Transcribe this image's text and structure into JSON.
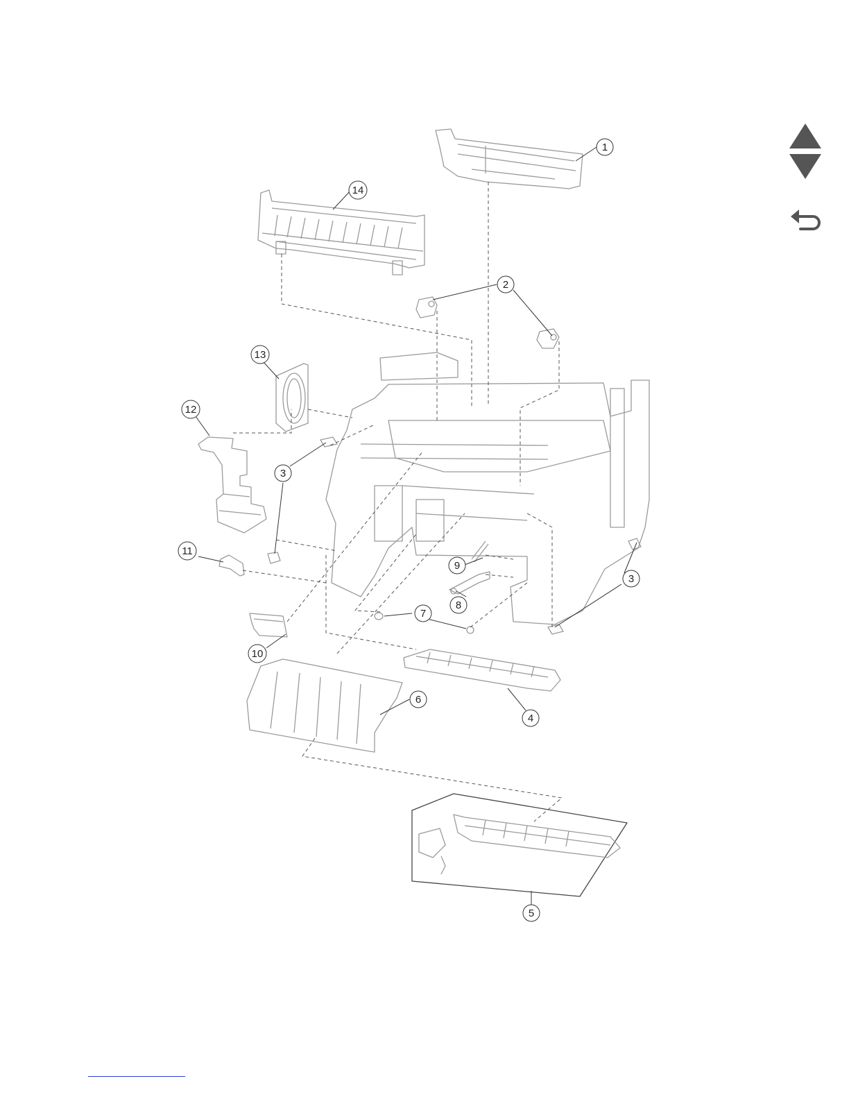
{
  "navigation": {
    "prev_icon": "triangle-up-icon",
    "next_icon": "triangle-down-icon",
    "return_icon": "return-arrow-icon"
  },
  "callouts": [
    {
      "id": "callout-1",
      "label": "1"
    },
    {
      "id": "callout-2",
      "label": "2"
    },
    {
      "id": "callout-3a",
      "label": "3"
    },
    {
      "id": "callout-3b",
      "label": "3"
    },
    {
      "id": "callout-4",
      "label": "4"
    },
    {
      "id": "callout-5",
      "label": "5"
    },
    {
      "id": "callout-6",
      "label": "6"
    },
    {
      "id": "callout-7",
      "label": "7"
    },
    {
      "id": "callout-8",
      "label": "8"
    },
    {
      "id": "callout-9",
      "label": "9"
    },
    {
      "id": "callout-10",
      "label": "10"
    },
    {
      "id": "callout-11",
      "label": "11"
    },
    {
      "id": "callout-12",
      "label": "12"
    },
    {
      "id": "callout-13",
      "label": "13"
    },
    {
      "id": "callout-14",
      "label": "14"
    }
  ],
  "colors": {
    "line": "#555555",
    "part_outline": "#9a9a9a",
    "nav_icon": "#555555",
    "link": "#2b3fd6"
  }
}
